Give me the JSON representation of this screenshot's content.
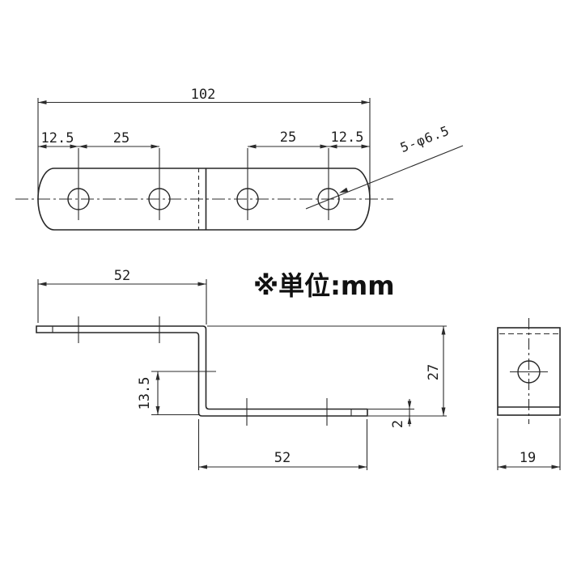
{
  "unit_note": "※単位:mm",
  "dims": {
    "top_view": {
      "overall_length": "102",
      "edge_to_hole_left": "12.5",
      "hole_pitch_left": "25",
      "hole_pitch_right": "25",
      "edge_to_hole_right": "12.5",
      "hole_callout": "5-φ6.5"
    },
    "side_view": {
      "top_flange_length": "52",
      "bottom_flange_length": "52",
      "web_hole_height": "13.5",
      "overall_height": "27",
      "material_thickness": "2"
    },
    "end_view": {
      "width": "19"
    }
  },
  "colors": {
    "line": "#2b2b2b",
    "text": "#1f1f1f",
    "background": "#ffffff"
  }
}
